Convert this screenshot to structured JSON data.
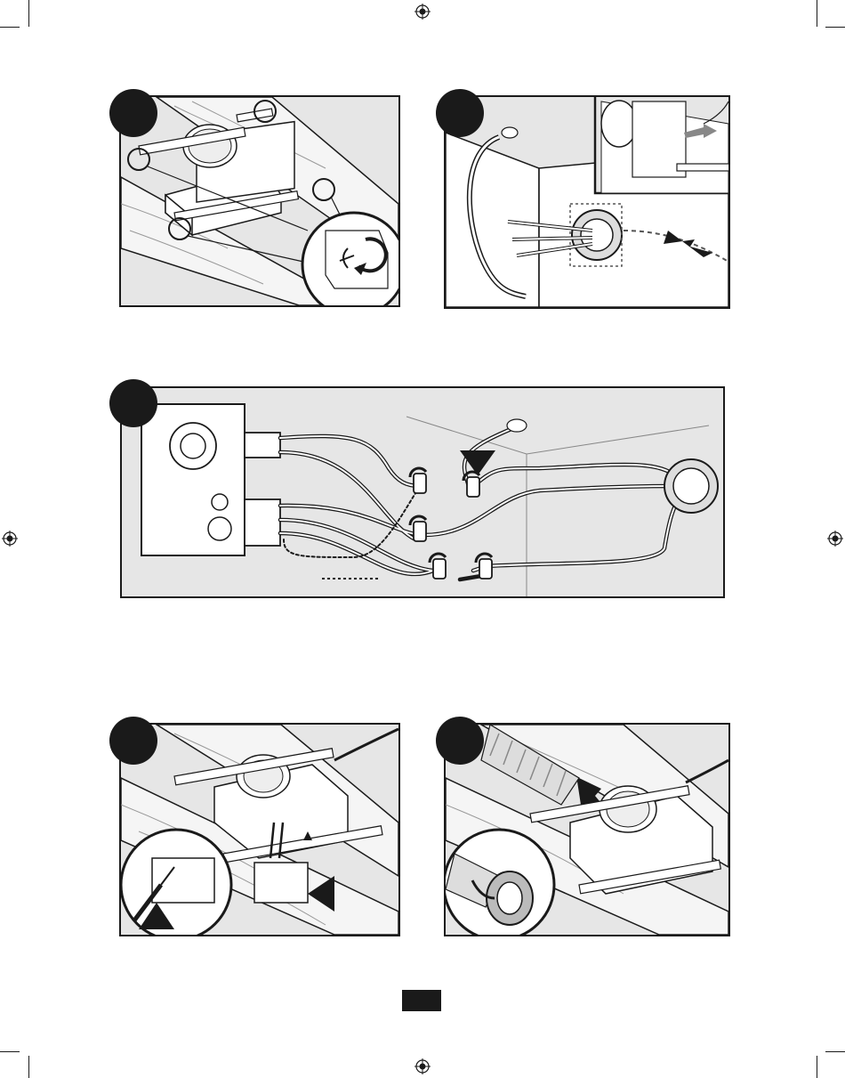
{
  "steps": [
    {
      "id": "step-1",
      "number": ""
    },
    {
      "id": "step-2",
      "number": ""
    },
    {
      "id": "step-3",
      "number": ""
    },
    {
      "id": "step-4",
      "number": ""
    },
    {
      "id": "step-5",
      "number": ""
    }
  ],
  "page": {
    "number": ""
  },
  "colors": {
    "panel_bg": "#e6e6e6",
    "ink": "#1a1a1a",
    "paper": "#ffffff"
  },
  "icons": [
    "registration-mark-icon",
    "arrow-icon",
    "wire-nut-icon",
    "screwdriver-icon"
  ]
}
